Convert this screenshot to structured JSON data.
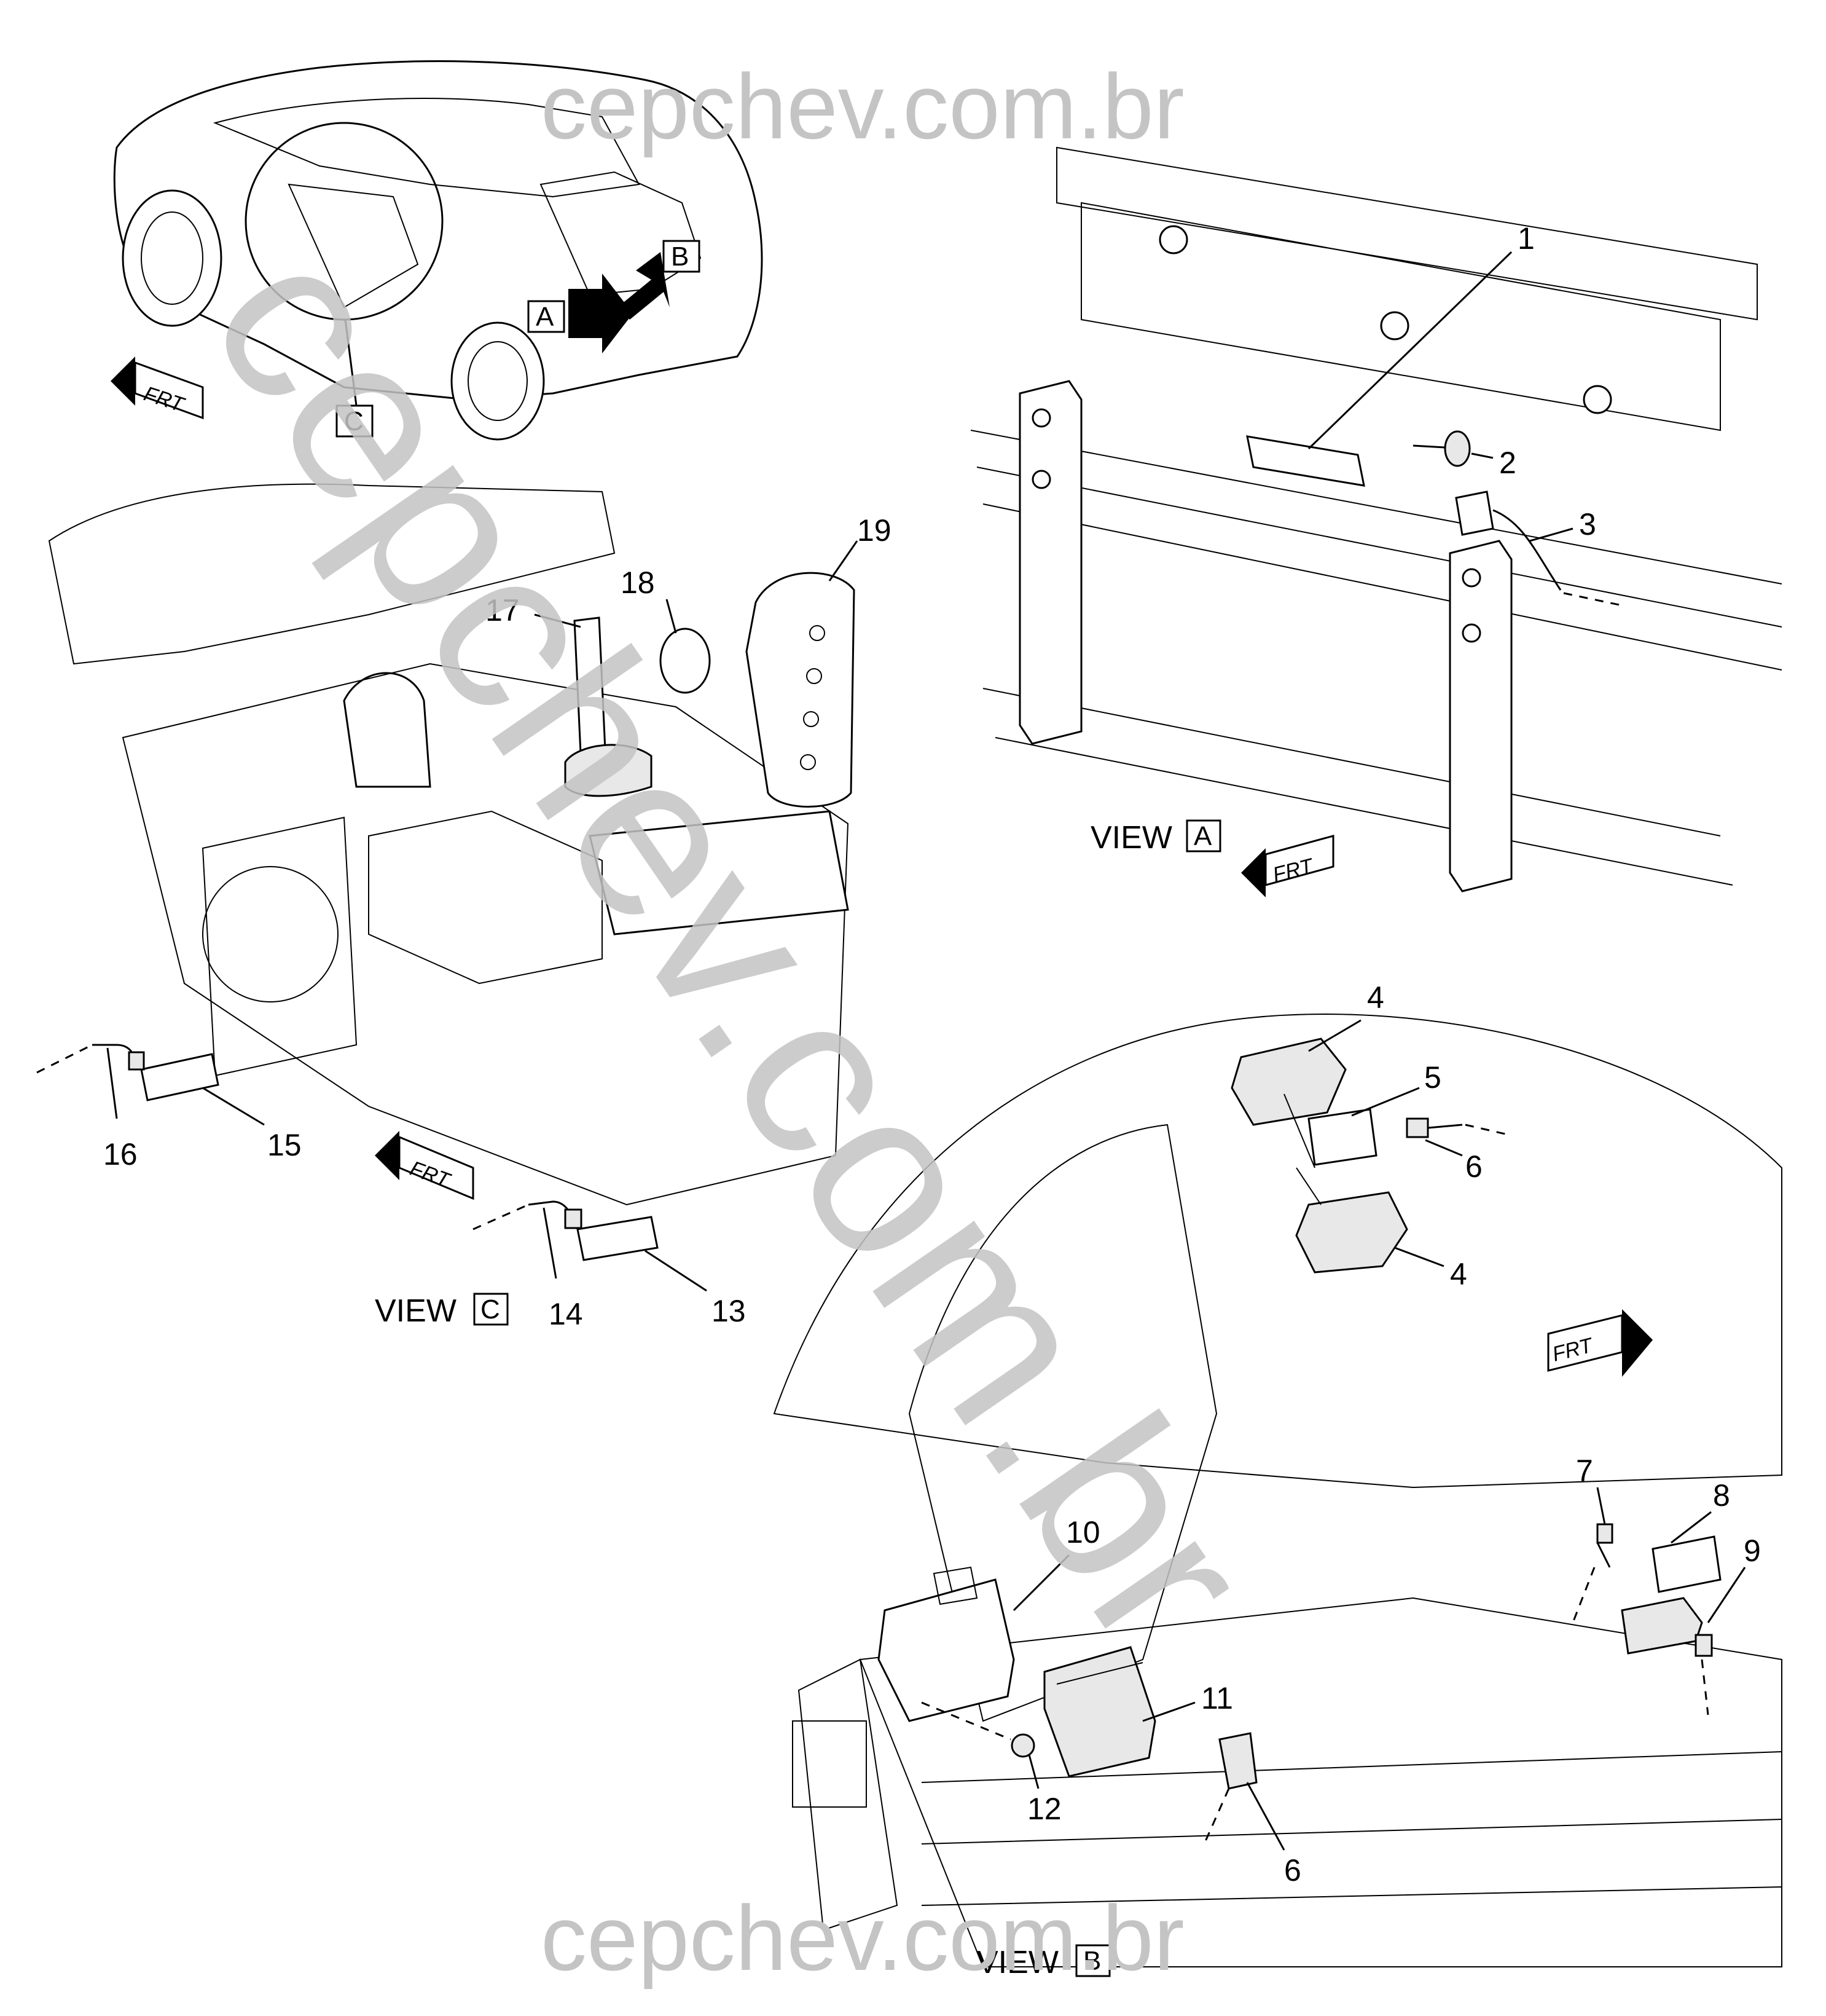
{
  "watermark": {
    "top": "cepchev.com.br",
    "bottom": "cepchev.com.br",
    "diagonal": "cepchev.com.br"
  },
  "views": {
    "a": {
      "prefix": "VIEW",
      "letter": "A"
    },
    "b": {
      "prefix": "VIEW",
      "letter": "B"
    },
    "c": {
      "prefix": "VIEW",
      "letter": "C"
    }
  },
  "overview_markers": {
    "a": "A",
    "b": "B",
    "c": "C"
  },
  "frt_label": "FRT",
  "callouts": [
    "1",
    "2",
    "3",
    "4",
    "4",
    "5",
    "6",
    "6",
    "7",
    "8",
    "9",
    "10",
    "11",
    "12",
    "13",
    "14",
    "15",
    "16",
    "17",
    "18",
    "19"
  ]
}
